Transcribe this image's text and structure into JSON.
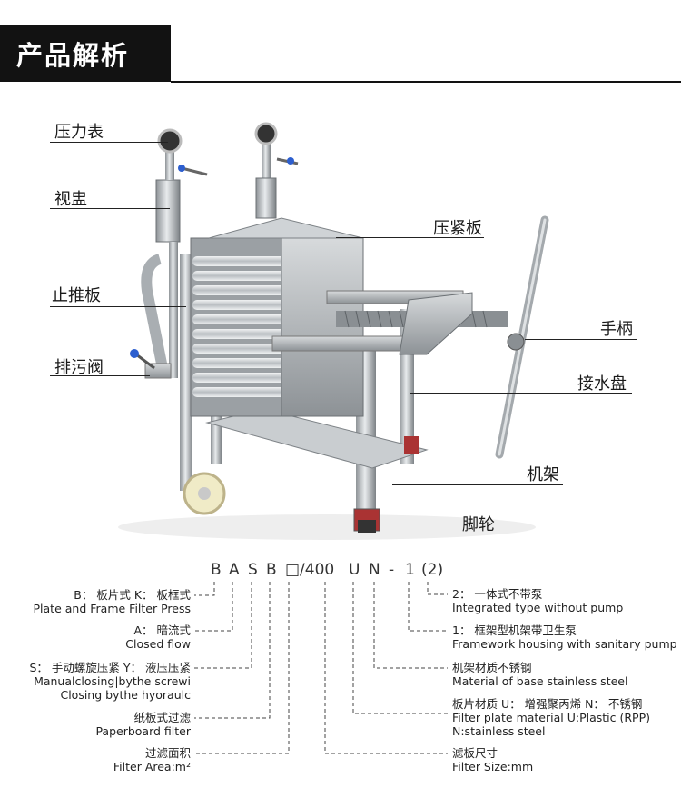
{
  "header": {
    "title": "产品解析"
  },
  "photo_labels": {
    "pressure_gauge": "压力表",
    "sight_glass": "视盅",
    "stop_push_plate": "止推板",
    "drain_valve": "排污阀",
    "compression_plate": "压紧板",
    "handle": "手柄",
    "drip_tray": "接水盘",
    "frame": "机架",
    "caster": "脚轮"
  },
  "model_code": [
    "B",
    "A",
    "S",
    "B",
    "□/400",
    "U",
    "N",
    "-",
    "1",
    "(2)"
  ],
  "annotations_left": [
    {
      "cn": "B： 板片式 K： 板框式",
      "en": [
        "Plate and Frame Filter Press"
      ]
    },
    {
      "cn": "A： 暗流式",
      "en": [
        "Closed flow"
      ]
    },
    {
      "cn": "S： 手动螺旋压紧 Y： 液压压紧",
      "en": [
        "Manualclosing|bythe screwi",
        "Closing bythe hyoraulc"
      ]
    },
    {
      "cn": "纸板式过滤",
      "en": [
        "Paperboard filter"
      ]
    },
    {
      "cn": "过滤面积",
      "en": [
        "Filter Area:m²"
      ]
    }
  ],
  "annotations_right": [
    {
      "cn": "2： 一体式不带泵",
      "en": [
        "Integrated type without pump"
      ]
    },
    {
      "cn": "1： 框架型机架带卫生泵",
      "en": [
        "Framework housing with sanitary pump"
      ]
    },
    {
      "cn": "机架材质不锈钢",
      "en": [
        "Material of base stainless steel"
      ]
    },
    {
      "cn": "板片材质 U： 增强聚丙烯 N： 不锈钢",
      "en": [
        "Filter plate material U:Plastic  (RPP)",
        "N:stainless steel"
      ]
    },
    {
      "cn": "滤板尺寸",
      "en": [
        "Filter Size:mm"
      ]
    }
  ]
}
